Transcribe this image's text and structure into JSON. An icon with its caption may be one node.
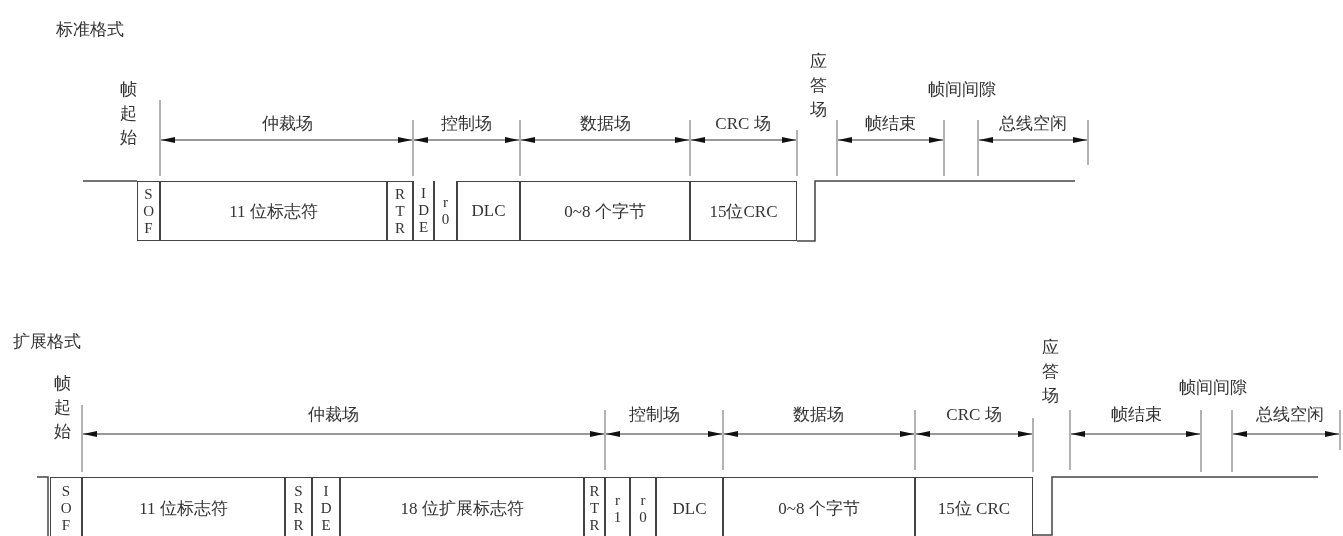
{
  "diagram": {
    "nodes": [
      {
        "text": [
          "SOF"
        ],
        "beside": [
          "帧起始"
        ]
      },
      {
        "text": [
          "11 位标志符"
        ]
      },
      {
        "text": [
          "RTR"
        ]
      },
      {
        "text": [
          "IDE"
        ]
      },
      {
        "text": [
          "r0"
        ]
      },
      {
        "text": [
          "DLC"
        ]
      },
      {
        "text": [
          "0~8 个字节"
        ]
      },
      {
        "text": [
          "15位CRC"
        ]
      },
      {
        "text": [
          "SOF"
        ],
        "beside": [
          "帧起始"
        ]
      },
      {
        "text": [
          "11 位标志符"
        ]
      },
      {
        "text": [
          "SRR"
        ]
      },
      {
        "text": [
          "IDE"
        ]
      },
      {
        "text": [
          "18 位扩展标志符"
        ]
      },
      {
        "text": [
          "RTR"
        ]
      },
      {
        "text": [
          "r1"
        ]
      },
      {
        "text": [
          "r0"
        ]
      },
      {
        "text": [
          "DLC"
        ]
      },
      {
        "text": [
          "0~8 个字节"
        ]
      },
      {
        "text": [
          "15位 CRC"
        ]
      }
    ],
    "labels": [
      "标准格式",
      "应答场",
      "帧间间隙",
      "仲裁场",
      "控制场",
      "数据场",
      "CRC 场",
      "帧结束",
      "总线空闲",
      "扩展格式",
      "应答场",
      "帧间间隙",
      "仲裁场",
      "控制场",
      "数据场",
      "CRC 场",
      "帧结束",
      "总线空闲"
    ]
  }
}
